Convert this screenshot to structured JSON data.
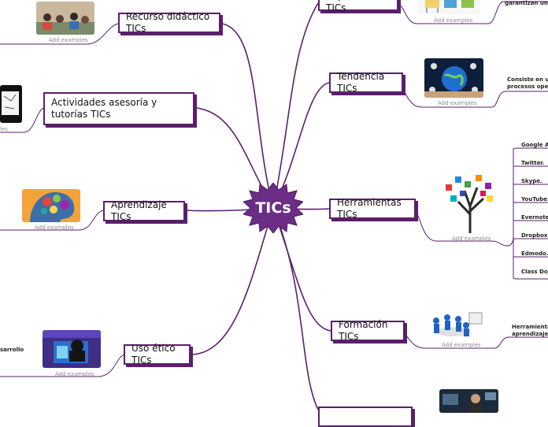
{
  "center": {
    "label": "TICs"
  },
  "colors": {
    "branch": "#5a1f6b",
    "center_fill": "#6b2d86",
    "caption": "#8a8a8a"
  },
  "topics": {
    "recurso": "Recurso didáctico TICs",
    "actividades": "Actividades asesoría y tutorías TICs",
    "aprendizaje": "Aprendizaje TICs",
    "uso_etico": "Uso ético TICs",
    "importancia": "Importancia TICs",
    "tendencia": "Tendencia TICs",
    "herramientas": "Herramientas TICs",
    "formacion": "Formación TICs"
  },
  "image_caption": "Add examples",
  "notes": {
    "importancia": "garantizan un apr",
    "tendencia_line1": "Consiste en un m",
    "tendencia_line2": "procesos operativ",
    "formacion_line1": "Herramientas d",
    "formacion_line2": "aprendizaje y lo",
    "uso_etico": "sarrollo",
    "actividades_caption": "les"
  },
  "herramientas_items": [
    "Google Apps",
    "Twitter.",
    "Skype.",
    "YouTube.",
    "Evernote.",
    "Dropbox.",
    "Edmodo.",
    "Class Dojo."
  ],
  "icons": [
    "classroom-photo-icon",
    "whiteboard-photo-icon",
    "colorful-brain-icon",
    "hacker-laptop-icon",
    "students-chairs-icon",
    "globe-network-icon",
    "app-tree-icon",
    "blue-figures-meeting-icon",
    "office-person-photo-icon"
  ]
}
